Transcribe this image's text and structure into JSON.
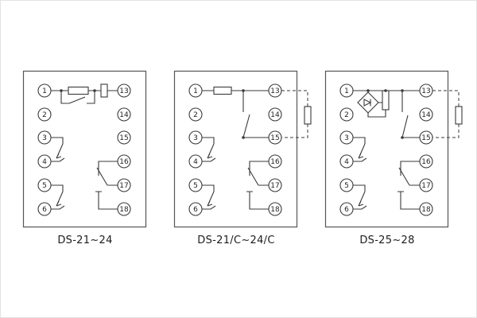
{
  "diagrams": [
    {
      "label": "DS-21~24",
      "left_terminals": [
        "1",
        "2",
        "3",
        "4",
        "5",
        "6"
      ],
      "right_terminals": [
        "13",
        "14",
        "15",
        "16",
        "17",
        "18"
      ]
    },
    {
      "label": "DS-21/C~24/C",
      "left_terminals": [
        "1",
        "2",
        "3",
        "4",
        "5",
        "6"
      ],
      "right_terminals": [
        "13",
        "14",
        "15",
        "16",
        "17",
        "18"
      ]
    },
    {
      "label": "DS-25~28",
      "left_terminals": [
        "1",
        "2",
        "3",
        "4",
        "5",
        "6"
      ],
      "right_terminals": [
        "13",
        "14",
        "15",
        "16",
        "17",
        "18"
      ]
    }
  ]
}
